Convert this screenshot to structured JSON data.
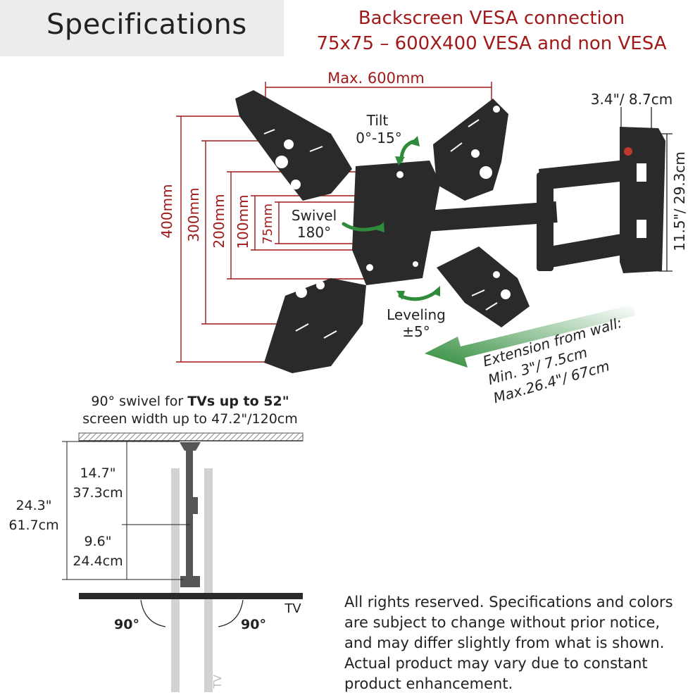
{
  "header": {
    "title": "Specifications"
  },
  "vesa": {
    "line1": "Backscreen VESA connection",
    "line2": "75x75 – 600X400 VESA and non VESA"
  },
  "dims": {
    "max_width": "Max. 600mm",
    "heights": [
      "400mm",
      "300mm",
      "200mm",
      "100mm",
      "75mm"
    ],
    "depth": "3.4\"/ 8.7cm",
    "plate_height": "11.5\"/ 29.3cm"
  },
  "motion": {
    "tilt_label": "Tilt",
    "tilt_value": "0°-15°",
    "swivel_label": "Swivel",
    "swivel_value": "180°",
    "leveling_label": "Leveling",
    "leveling_value": "±5°"
  },
  "extension": {
    "line1": "Extension from wall:",
    "line2": "Min. 3\"/ 7.5cm",
    "line3": "Max.26.4\"/ 67cm"
  },
  "side": {
    "caption_prefix": "90° swivel for ",
    "caption_bold": "TVs up to 52\"",
    "caption_line2": "screen width up to 47.2\"/120cm",
    "total_in": "24.3\"",
    "total_cm": "61.7cm",
    "upper_in": "14.7\"",
    "upper_cm": "37.3cm",
    "lower_in": "9.6\"",
    "lower_cm": "24.4cm",
    "angle_left": "90°",
    "angle_right": "90°",
    "tv_label": "TV",
    "tv_label_rot": "TV"
  },
  "notice": "All rights reserved. Specifications and colors are subject to change without prior notice, and may differ slightly from what is shown. Actual product may vary due to constant product enhancement.",
  "colors": {
    "accent_red": "#a01a1a",
    "arrow_green": "#2e8b3a",
    "mount_black": "#2a2a2a"
  }
}
